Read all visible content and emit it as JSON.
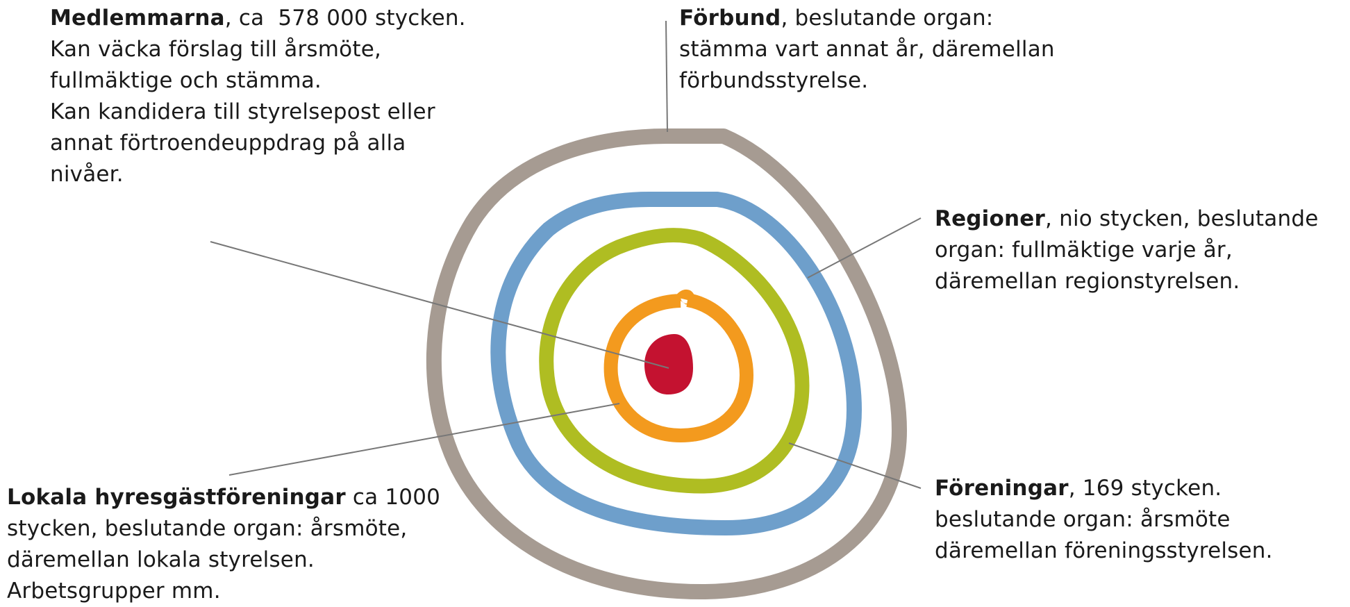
{
  "diagram": {
    "rings": [
      {
        "name": "federation-ring",
        "color": "#a69b92"
      },
      {
        "name": "regions-ring",
        "color": "#6e9fcb"
      },
      {
        "name": "associations-ring",
        "color": "#afbd22"
      },
      {
        "name": "local-ring",
        "color": "#f39a1e"
      },
      {
        "name": "members-core",
        "color": "#c41230"
      }
    ],
    "connector_color": "#777777"
  },
  "callouts": {
    "members": {
      "title": "Medlemmarna",
      "text": ", ca  578 000 stycken. Kan väcka förslag till årsmöte, fullmäktige och stämma.\nKan kandidera till styrelsepost eller annat förtroendeuppdrag på alla nivåer."
    },
    "federation": {
      "title": "Förbund",
      "text": ", beslutande organ:\nstämma vart annat år, däremellan förbundsstyrelse."
    },
    "regions": {
      "title": "Regioner",
      "text": ", nio stycken, beslutande organ: fullmäktige varje år, däremellan regionstyrelsen."
    },
    "associations": {
      "title": "Föreningar",
      "text": ", 169 stycken.\nbeslutande organ: årsmöte däremellan föreningsstyrelsen."
    },
    "local": {
      "title": "Lokala hyresgästföreningar",
      "text": " ca 1000 stycken, beslutande organ: årsmöte, däremellan lokala styrelsen. Arbetsgrupper mm."
    }
  }
}
